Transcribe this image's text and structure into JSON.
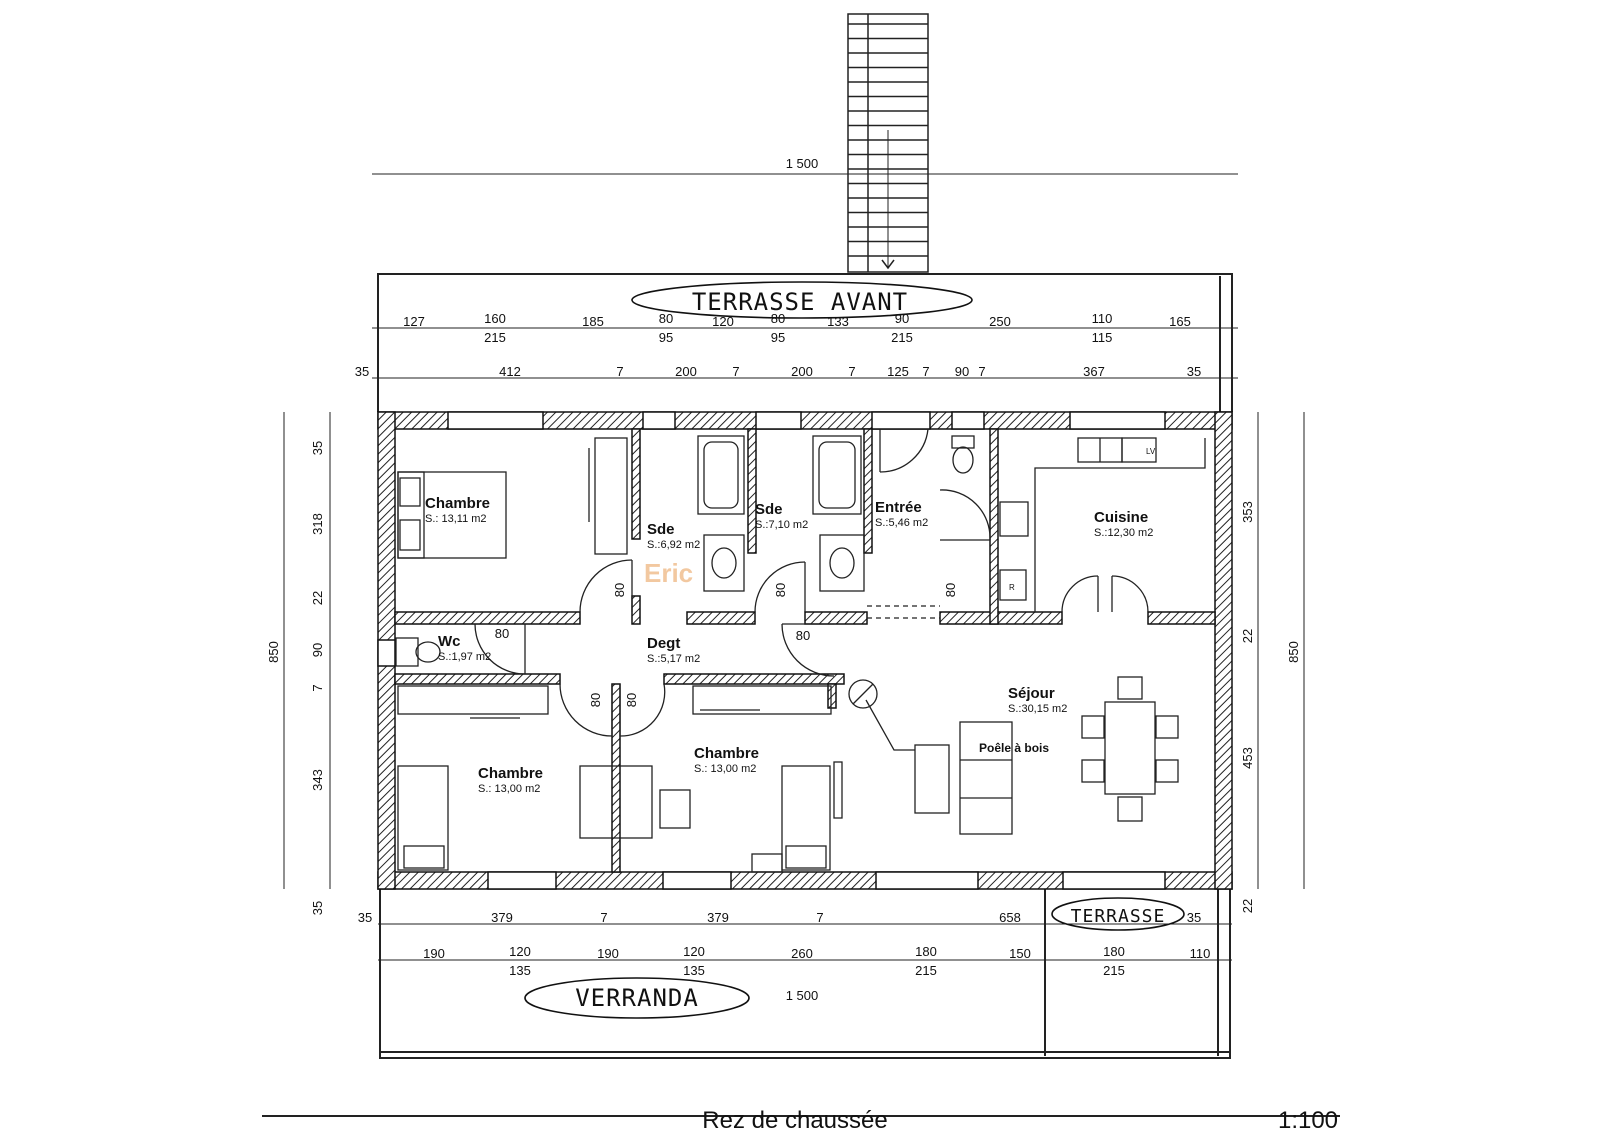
{
  "footer": {
    "title": "Rez de chaussée",
    "scale": "1:100"
  },
  "labels": {
    "terrasse_avant": "TERRASSE AVANT",
    "terrasse": "TERRASSE",
    "verranda": "VERRANDA",
    "poele": "Poêle à bois",
    "watermark": "Eric",
    "lv": "LV",
    "r": "R"
  },
  "rooms": [
    {
      "name": "Chambre",
      "area": "S.: 13,11 m2"
    },
    {
      "name": "Sde",
      "area": "S.:6,92 m2"
    },
    {
      "name": "Sde",
      "area": "S.:7,10 m2"
    },
    {
      "name": "Entrée",
      "area": "S.:5,46 m2"
    },
    {
      "name": "Cuisine",
      "area": "S.:12,30 m2"
    },
    {
      "name": "Wc",
      "area": "S.:1,97 m2"
    },
    {
      "name": "Degt",
      "area": "S.:5,17 m2"
    },
    {
      "name": "Séjour",
      "area": "S.:30,15 m2"
    },
    {
      "name": "Chambre",
      "area": "S.: 13,00 m2"
    },
    {
      "name": "Chambre",
      "area": "S.: 13,00 m2"
    }
  ],
  "dims": {
    "top_overall": "1 500",
    "top_row1": [
      "127",
      "160",
      "215",
      "185",
      "80",
      "95",
      "120",
      "80",
      "95",
      "133",
      "90",
      "215",
      "250",
      "110",
      "115",
      "165"
    ],
    "top_row2": [
      "35",
      "412",
      "7",
      "200",
      "7",
      "200",
      "7",
      "125",
      "7",
      "90",
      "7",
      "367",
      "35"
    ],
    "left": [
      "35",
      "318",
      "22",
      "90",
      "7",
      "343",
      "35",
      "850"
    ],
    "right": [
      "353",
      "22",
      "453",
      "22",
      "850"
    ],
    "bottom_row1": [
      "35",
      "379",
      "7",
      "379",
      "7",
      "658",
      "35"
    ],
    "bottom_row2": [
      "190",
      "120",
      "135",
      "190",
      "120",
      "135",
      "260",
      "180",
      "215",
      "150",
      "180",
      "215",
      "110"
    ],
    "bottom_overall": "1 500",
    "doors": [
      "80",
      "80",
      "80",
      "80",
      "80",
      "80",
      "80"
    ]
  }
}
